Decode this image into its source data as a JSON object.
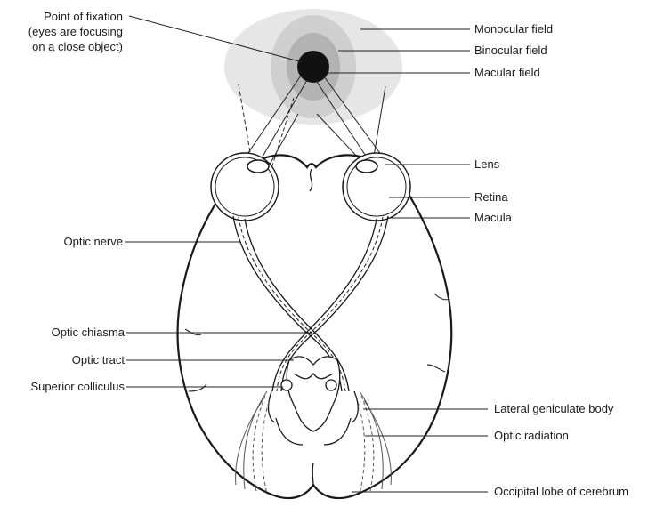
{
  "left_labels": {
    "point_of_fixation": [
      "Point of fixation",
      "(eyes are focusing",
      "on a close object)"
    ],
    "optic_nerve": "Optic nerve",
    "optic_chiasma": "Optic chiasma",
    "optic_tract": "Optic tract",
    "superior_colliculus": "Superior colliculus"
  },
  "right_labels": {
    "monocular_field": "Monocular field",
    "binocular_field": "Binocular field",
    "macular_field": "Macular field",
    "lens": "Lens",
    "retina": "Retina",
    "macula": "Macula",
    "lateral_geniculate_body": "Lateral geniculate body",
    "optic_radiation": "Optic radiation",
    "occipital_lobe": "Occipital lobe of cerebrum"
  },
  "colors": {
    "monocular_field": "#e6e6e6",
    "binocular_field": "#cfcfcf",
    "macular_field": "#b3b3b3",
    "fixation_point": "#111111",
    "line": "#222222"
  }
}
